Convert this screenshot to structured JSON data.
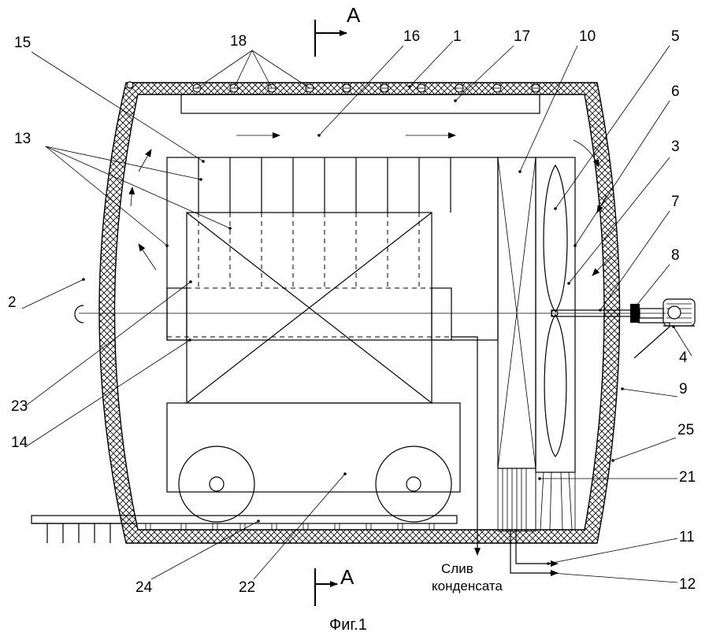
{
  "caption": "Фиг.1",
  "section_mark": "А",
  "drain_label": {
    "line1": "Слив",
    "line2": "конденсата"
  },
  "labels": [
    "1",
    "2",
    "3",
    "4",
    "5",
    "6",
    "7",
    "8",
    "9",
    "10",
    "11",
    "12",
    "13",
    "14",
    "15",
    "16",
    "17",
    "18",
    "21",
    "22",
    "23",
    "24",
    "25"
  ]
}
